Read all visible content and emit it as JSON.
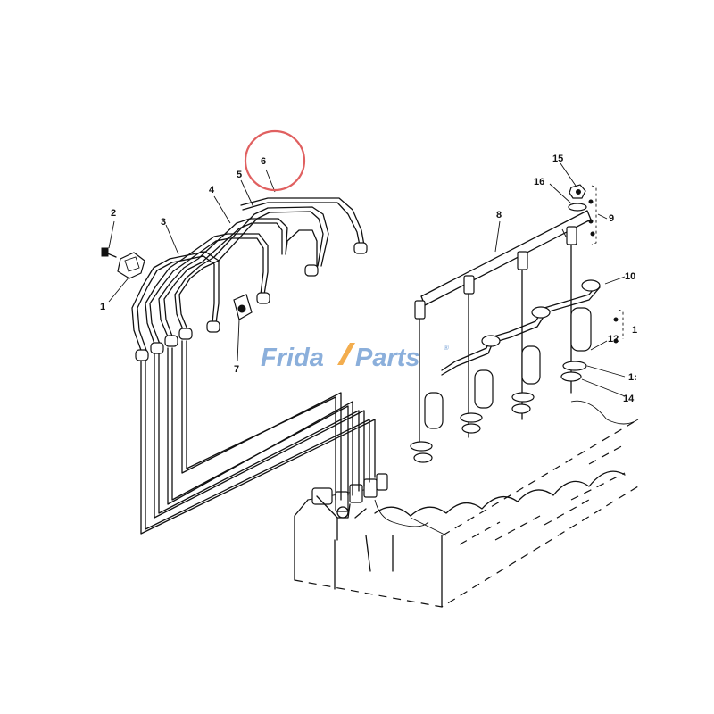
{
  "callouts": [
    {
      "id": "1",
      "label": "1"
    },
    {
      "id": "2",
      "label": "2"
    },
    {
      "id": "3",
      "label": "3"
    },
    {
      "id": "4",
      "label": "4"
    },
    {
      "id": "5",
      "label": "5"
    },
    {
      "id": "6",
      "label": "6"
    },
    {
      "id": "7",
      "label": "7"
    },
    {
      "id": "8",
      "label": "8"
    },
    {
      "id": "9",
      "label": "9"
    },
    {
      "id": "10",
      "label": "10"
    },
    {
      "id": "11",
      "label": "1"
    },
    {
      "id": "12",
      "label": "12"
    },
    {
      "id": "13",
      "label": "1:"
    },
    {
      "id": "14",
      "label": "14"
    },
    {
      "id": "15",
      "label": "15"
    },
    {
      "id": "16",
      "label": "16"
    }
  ],
  "highlight": {
    "target": "6",
    "color": "#e06060"
  },
  "watermark": {
    "part1": "Frida",
    "part2": "Parts",
    "mark": "®",
    "colors": {
      "primary": "#7fa7d8",
      "accent": "#f2a53b"
    }
  }
}
